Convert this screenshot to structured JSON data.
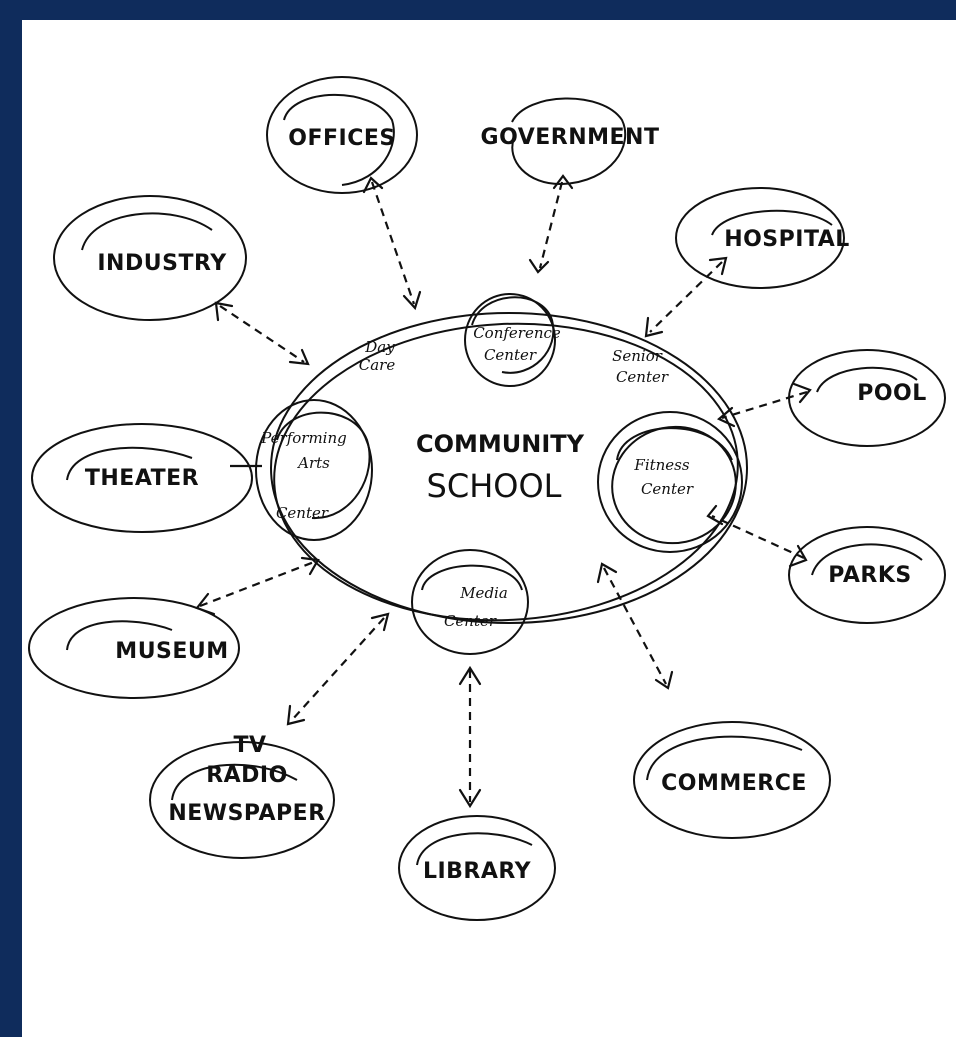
{
  "diagram": {
    "center": {
      "line1": "COMMUNITY",
      "line2": "SCHOOL"
    },
    "inner_nodes": {
      "conference": [
        "Conference",
        "Center"
      ],
      "day_care": [
        "Day",
        "Care"
      ],
      "senior": [
        "Senior",
        "Center"
      ],
      "performing": [
        "Performing",
        "Arts",
        "Center"
      ],
      "fitness": [
        "Fitness",
        "Center"
      ],
      "media": [
        "Media",
        "Center"
      ]
    },
    "outer_nodes": {
      "offices": "OFFICES",
      "government": "GOVERNMENT",
      "industry": "INDUSTRY",
      "hospital": "HOSPITAL",
      "pool": "POOL",
      "theater": "THEATER",
      "parks": "PARKS",
      "museum": "MUSEUM",
      "commerce": "COMMERCE",
      "media_out": [
        "TV",
        "RADIO",
        "NEWSPAPER"
      ],
      "library": "LIBRARY"
    }
  }
}
